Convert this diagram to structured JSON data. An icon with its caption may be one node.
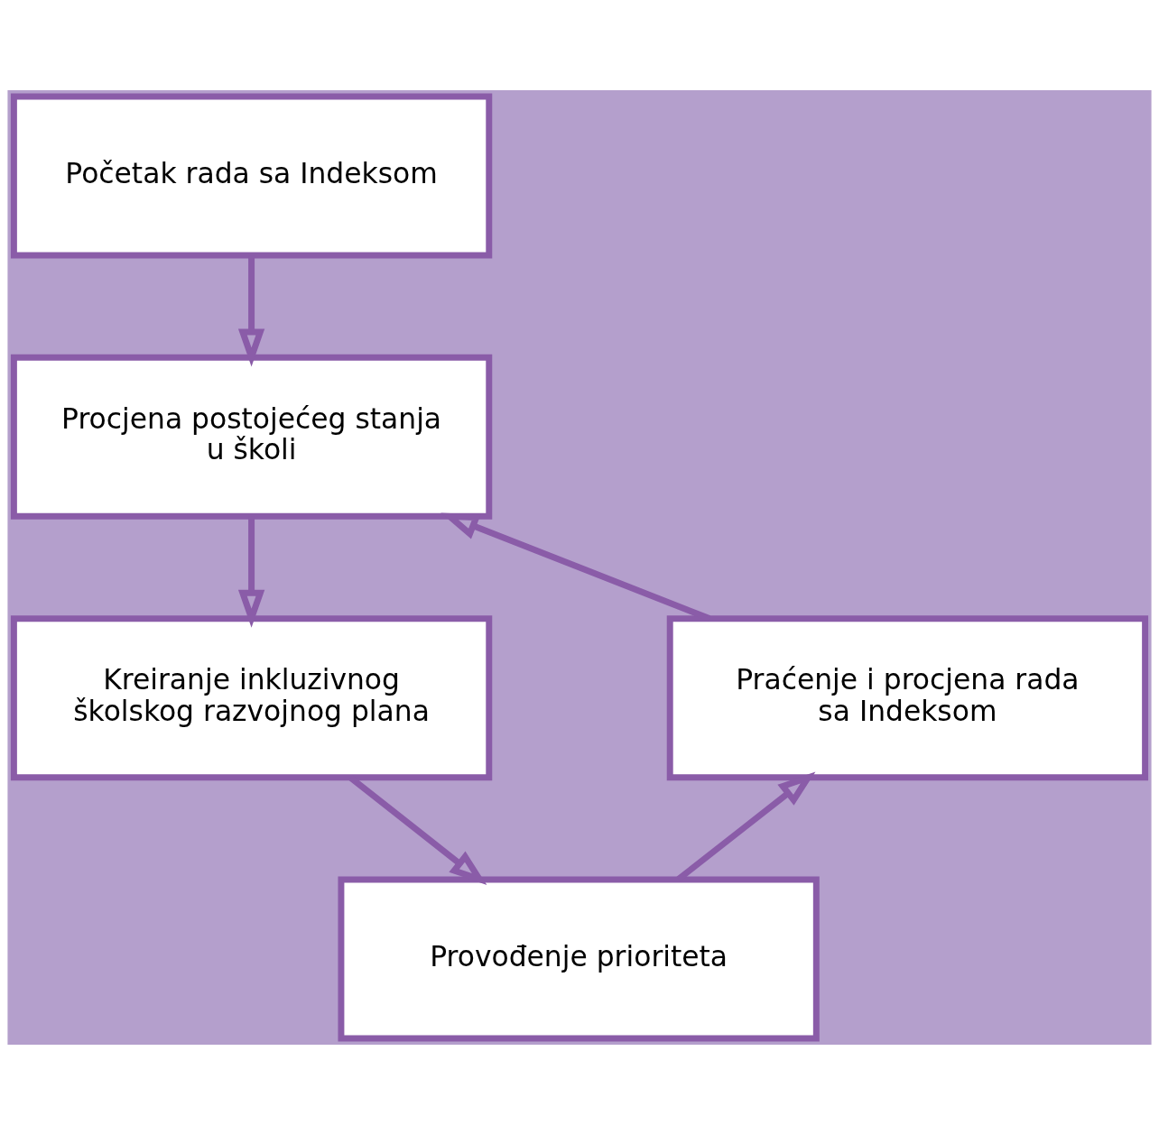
{
  "diagram": {
    "nodes": [
      {
        "text": [
          "Početak rada sa Indeksom"
        ]
      },
      {
        "text": [
          "Procjena postojećeg stanja u školi"
        ]
      },
      {
        "text": [
          "Kreiranje inkluzivnog školskog razvojnog plana"
        ]
      },
      {
        "text": [
          "Provođenje prioriteta"
        ]
      },
      {
        "text": [
          "Praćenje i procjena rada sa Indeksom"
        ]
      }
    ],
    "edges": [
      {
        "from": 0,
        "to": 1,
        "arrow": "to"
      },
      {
        "from": 1,
        "to": 2,
        "arrow": "to"
      },
      {
        "from": 2,
        "to": 3,
        "arrow": "to"
      },
      {
        "from": 3,
        "to": 4,
        "arrow": "to"
      },
      {
        "from": 4,
        "to": 1,
        "arrow": "to"
      }
    ]
  }
}
